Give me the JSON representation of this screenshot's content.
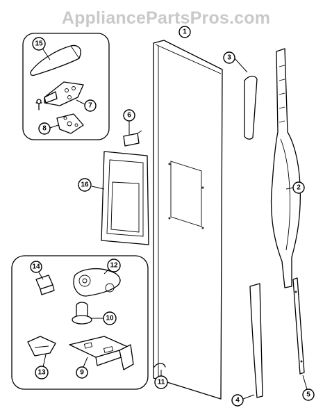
{
  "watermark": "AppliancePartsPros.com",
  "callouts": {
    "c1": "1",
    "c2": "2",
    "c3": "3",
    "c4": "4",
    "c5": "5",
    "c6": "6",
    "c7": "7",
    "c8": "8",
    "c9": "9",
    "c10": "10",
    "c11": "11",
    "c12": "12",
    "c13": "13",
    "c14": "14",
    "c15": "15",
    "c16": "16"
  }
}
